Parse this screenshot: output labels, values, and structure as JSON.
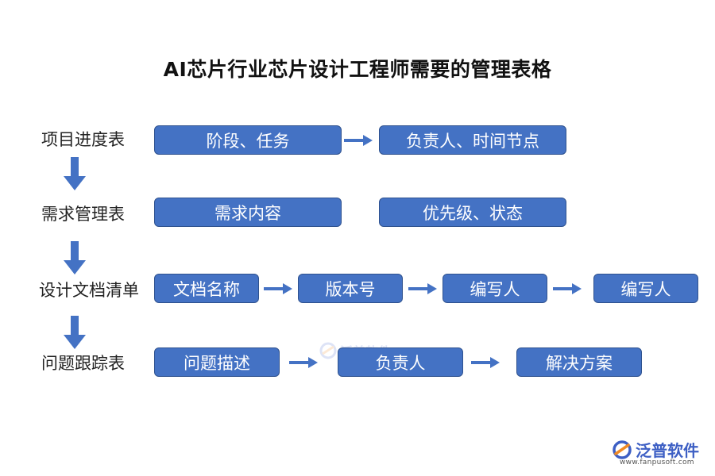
{
  "title": "AI芯片行业芯片设计工程师需要的管理表格",
  "rows": [
    {
      "label": "项目进度表",
      "boxes": [
        "阶段、任务",
        "负责人、时间节点"
      ]
    },
    {
      "label": "需求管理表",
      "boxes": [
        "需求内容",
        "优先级、状态"
      ]
    },
    {
      "label": "设计文档清单",
      "boxes": [
        "文档名称",
        "版本号",
        "编写人",
        "编写人"
      ]
    },
    {
      "label": "问题跟踪表",
      "boxes": [
        "问题描述",
        "负责人",
        "解决方案"
      ]
    }
  ],
  "colors": {
    "box_fill": "#4472C4",
    "box_border": "#2F528F",
    "arrow": "#4472C4"
  },
  "watermark": {
    "text": "泛普软件"
  },
  "logo": {
    "name": "泛普软件",
    "url": "www.fanpusoft.com",
    "icon": "fanpu-logo-icon"
  }
}
